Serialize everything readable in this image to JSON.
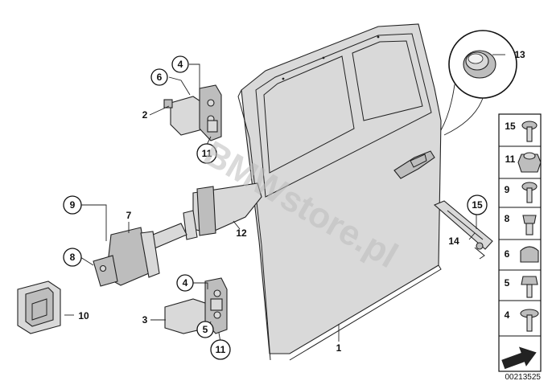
{
  "diagram": {
    "watermark": "BMWstore.pl",
    "catalog_number": "00213525",
    "callouts": [
      {
        "id": "c1",
        "text": "1",
        "circled": false
      },
      {
        "id": "c2",
        "text": "2",
        "circled": false
      },
      {
        "id": "c3",
        "text": "3",
        "circled": false
      },
      {
        "id": "c4a",
        "text": "4",
        "circled": true
      },
      {
        "id": "c4b",
        "text": "4",
        "circled": true
      },
      {
        "id": "c5",
        "text": "5",
        "circled": true
      },
      {
        "id": "c6",
        "text": "6",
        "circled": true
      },
      {
        "id": "c7",
        "text": "7",
        "circled": false
      },
      {
        "id": "c8",
        "text": "8",
        "circled": true
      },
      {
        "id": "c9",
        "text": "9",
        "circled": true
      },
      {
        "id": "c10",
        "text": "10",
        "circled": false
      },
      {
        "id": "c11a",
        "text": "11",
        "circled": true
      },
      {
        "id": "c11b",
        "text": "11",
        "circled": true
      },
      {
        "id": "c12",
        "text": "12",
        "circled": false
      },
      {
        "id": "c13",
        "text": "13",
        "circled": false
      },
      {
        "id": "c14",
        "text": "14",
        "circled": false
      },
      {
        "id": "c15",
        "text": "15",
        "circled": true
      }
    ],
    "legend": [
      {
        "text": "15",
        "part": "flange-bolt"
      },
      {
        "text": "11",
        "part": "hex-nut"
      },
      {
        "text": "9",
        "part": "torx-bolt"
      },
      {
        "text": "8",
        "part": "expanding-rivet"
      },
      {
        "text": "6",
        "part": "cap"
      },
      {
        "text": "5",
        "part": "hex-bolt"
      },
      {
        "text": "4",
        "part": "washer-bolt"
      }
    ]
  }
}
